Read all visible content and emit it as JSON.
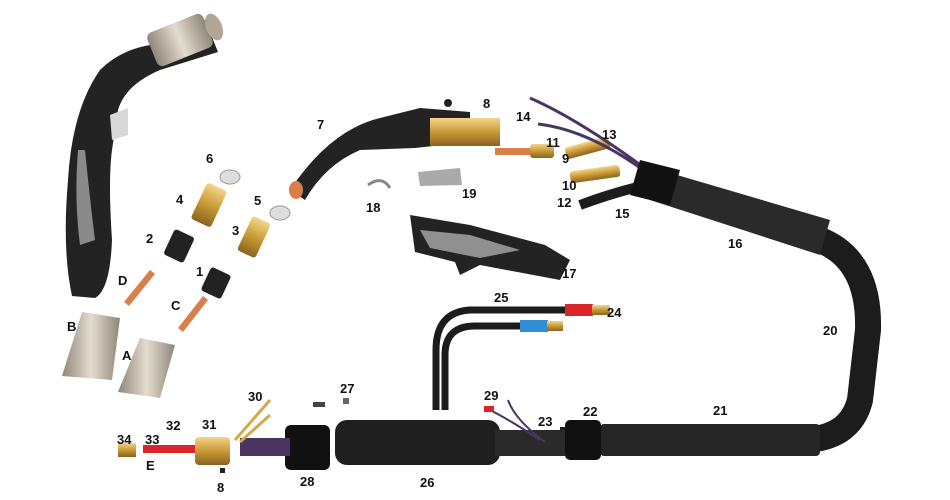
{
  "diagram": {
    "title": "Welding torch exploded parts diagram",
    "labels": {
      "p1": "1",
      "p2": "2",
      "p3": "3",
      "p4": "4",
      "p5": "5",
      "p6": "6",
      "p7": "7",
      "p8a": "8",
      "p8b": "8",
      "p9": "9",
      "p10": "10",
      "p11": "11",
      "p12": "12",
      "p13": "13",
      "p14": "14",
      "p15": "15",
      "p16": "16",
      "p17": "17",
      "p18": "18",
      "p19": "19",
      "p20": "20",
      "p21": "21",
      "p22": "22",
      "p23": "23",
      "p24": "24",
      "p25": "25",
      "p26": "26",
      "p27": "27",
      "p28": "28",
      "p29": "29",
      "p30": "30",
      "p31": "31",
      "p32": "32",
      "p33": "33",
      "p34": "34",
      "pA": "A",
      "pB": "B",
      "pC": "C",
      "pD": "D",
      "pE": "E"
    },
    "colors": {
      "cable": "#1c1c1c",
      "brass": "#d4a94a",
      "copper": "#d9804a",
      "nozzle": "#bdb3a3",
      "red": "#d8262a",
      "blue": "#2f8fd6",
      "purple": "#4a3460"
    }
  }
}
